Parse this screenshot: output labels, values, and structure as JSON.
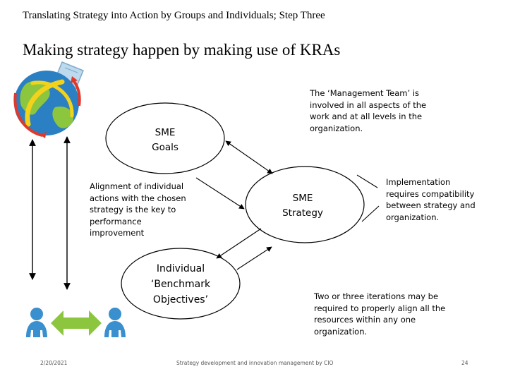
{
  "header": {
    "subtitle": "Translating Strategy into Action by Groups and Individuals; Step Three"
  },
  "slide": {
    "title": "Making strategy happen by making use of KRAs"
  },
  "nodes": {
    "goals": {
      "line1": "SME",
      "line2": "Goals"
    },
    "strategy": {
      "line1": "SME",
      "line2": "Strategy"
    },
    "objectives": {
      "line1": "Individual",
      "line2": "‘Benchmark",
      "line3": "Objectives’"
    }
  },
  "notes": {
    "management_team": "The ‘Management Team’ is involved in all aspects of the work and at all levels in the organization.",
    "alignment": "Alignment of individual actions with the chosen strategy is the key to performance improvement",
    "implementation": "Implementation requires compatibility between strategy and organization.",
    "iterations": "Two or three iterations may be required to properly align all the resources within any one organization."
  },
  "footer": {
    "date": "2/20/2021",
    "center": "Strategy development and innovation management by CIO",
    "page": "24"
  },
  "colors": {
    "person_blue": "#3a8fcf",
    "arrow_green": "#8cc63f",
    "globe_blue": "#2b7fc3",
    "globe_green": "#8cc63f",
    "globe_yellow": "#f2d21b",
    "globe_red": "#e0392b"
  }
}
